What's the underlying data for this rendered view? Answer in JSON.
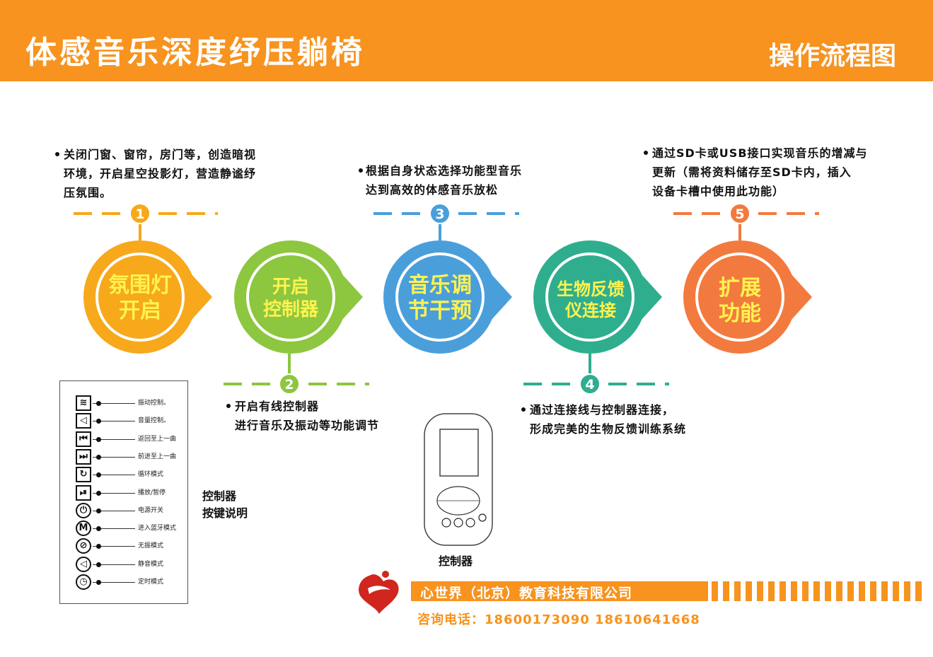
{
  "colors": {
    "header_orange": "#F7931E",
    "step1": "#F7A81B",
    "step2": "#8DC63F",
    "step3": "#4A9FDB",
    "step4": "#2FAE8E",
    "step5": "#F37A3E",
    "label_yellow": "#FFF34F",
    "footer_orange": "#F7931E"
  },
  "header": {
    "title": "体感音乐深度纾压躺椅",
    "subtitle": "操作流程图"
  },
  "steps": [
    {
      "number": "1",
      "circle_lines": [
        "氛围灯",
        "开启"
      ],
      "description": [
        "关闭门窗、窗帘，房门等，创造暗视",
        "环境，开启星空投影灯，营造静谧纾",
        "压氛围。"
      ]
    },
    {
      "number": "2",
      "circle_lines": [
        "开启",
        "控制器"
      ],
      "description": [
        "开启有线控制器",
        "进行音乐及振动等功能调节"
      ]
    },
    {
      "number": "3",
      "circle_lines": [
        "音乐调",
        "节干预"
      ],
      "description": [
        "根据自身状态选择功能型音乐",
        "达到高效的体感音乐放松"
      ]
    },
    {
      "number": "4",
      "circle_lines": [
        "生物反馈",
        "仪连接"
      ],
      "description": [
        "通过连接线与控制器连接，",
        "形成完美的生物反馈训练系统"
      ]
    },
    {
      "number": "5",
      "circle_lines": [
        "扩展",
        "功能"
      ],
      "description": [
        "通过SD卡或USB接口实现音乐的增减与",
        "更新（需将资料储存至SD卡内，插入",
        "设备卡槽中使用此功能）"
      ]
    }
  ],
  "panel": {
    "caption": [
      "控制器",
      "按键说明"
    ],
    "keys": [
      {
        "icon": "vibration-icon",
        "glyph": "≋",
        "label": "振动控制。"
      },
      {
        "icon": "volume-icon",
        "glyph": "◁",
        "label": "音量控制。"
      },
      {
        "icon": "previous-track-icon",
        "glyph": "⏮",
        "label": "返回至上一曲"
      },
      {
        "icon": "next-track-icon",
        "glyph": "⏭",
        "label": "前进至上一曲"
      },
      {
        "icon": "loop-icon",
        "glyph": "↻",
        "label": "循环模式"
      },
      {
        "icon": "play-pause-icon",
        "glyph": "⏯",
        "label": "播放/暂停"
      },
      {
        "icon": "power-icon",
        "glyph": "⏻",
        "label": "电源开关"
      },
      {
        "icon": "mode-icon",
        "glyph": "M",
        "label": "进入蓝牙模式"
      },
      {
        "icon": "no-vibration-icon",
        "glyph": "⊘",
        "label": "无振模式"
      },
      {
        "icon": "mute-icon",
        "glyph": "◁",
        "label": "静音模式"
      },
      {
        "icon": "timer-icon",
        "glyph": "◷",
        "label": "定时模式"
      }
    ]
  },
  "remote": {
    "caption": "控制器"
  },
  "footer": {
    "company": "心世界（北京）教育科技有限公司",
    "phone": "咨询电话：18600173090   18610641668"
  }
}
